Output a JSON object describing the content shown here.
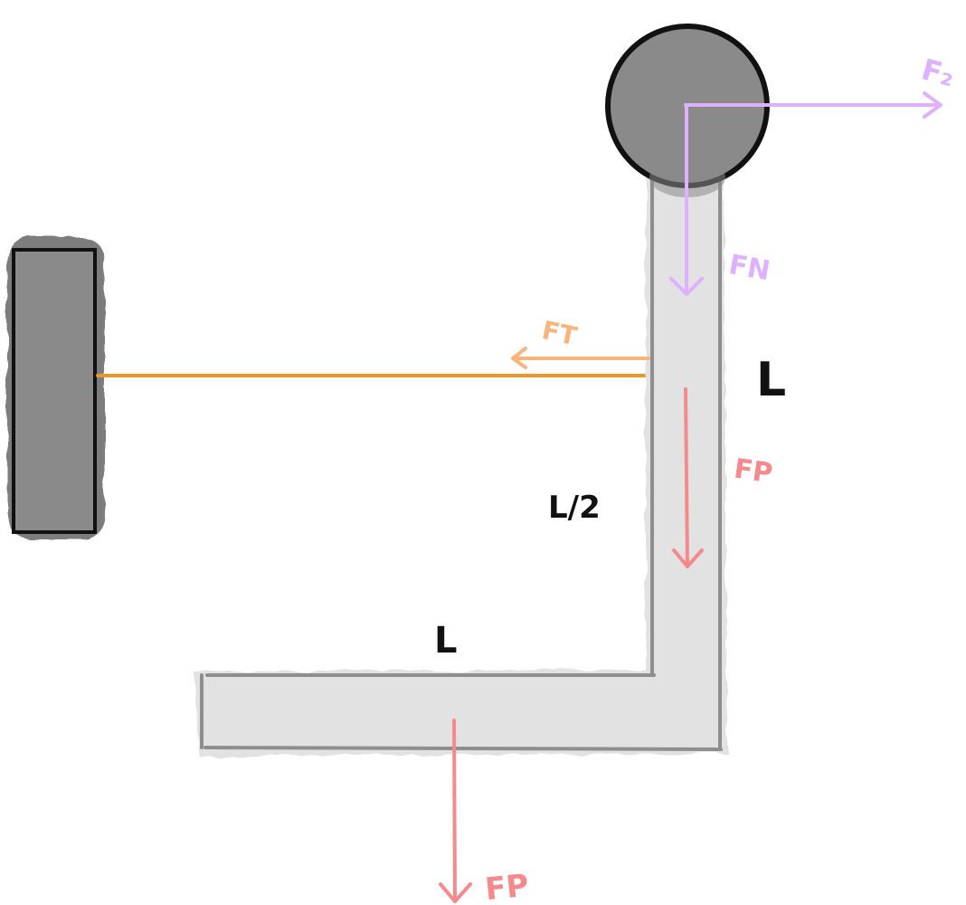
{
  "colors": {
    "background": "#ffffff",
    "wall_fill": "#8a8a8a",
    "wall_shadow": "#7d7d7d",
    "outline": "#111111",
    "beam_fill": "#e2e2e2",
    "beam_edge": "#8e8e8e",
    "pulley_fill": "#8a8a8a",
    "rope": "#ec9529",
    "force_tension": "#f9b47c",
    "force_weight": "#f5898b",
    "force_pulley": "#dfb0ff",
    "dimension_text": "#111111"
  },
  "icons": {
    "wall": "rect-wall-icon",
    "pulley": "circle-pulley-icon",
    "arrow": "arrow-icon"
  },
  "labels": {
    "f2": "F₂",
    "fn": "FN",
    "ft": "FT",
    "fp_vertical": "FP",
    "fp_horizontal": "FP",
    "length_vertical": "L",
    "length_horizontal": "L",
    "half_length": "L/2"
  }
}
